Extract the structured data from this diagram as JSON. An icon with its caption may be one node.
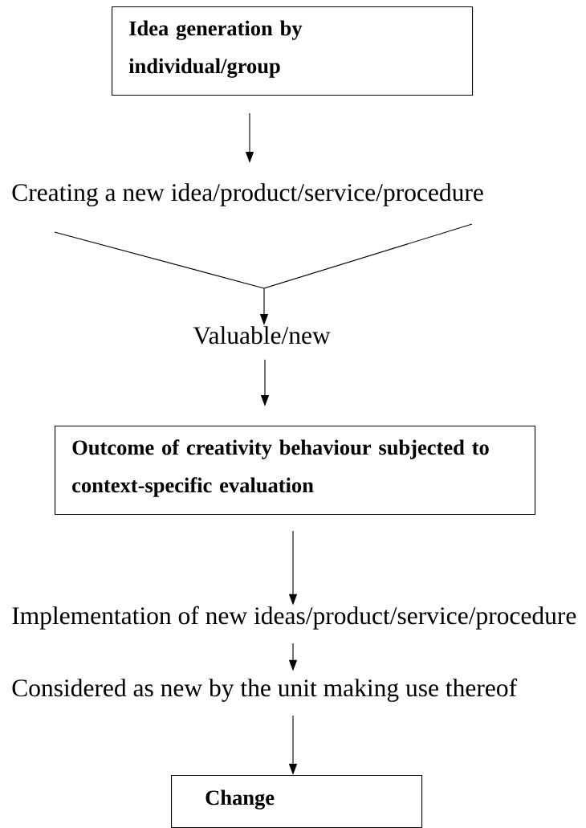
{
  "diagram": {
    "nodes": [
      {
        "text": [
          "Idea generation by individual/group"
        ]
      },
      {
        "text": [
          "Creating a new idea/product/service/procedure"
        ]
      },
      {
        "text": [
          "Valuable/new"
        ]
      },
      {
        "text": [
          "Outcome of creativity behaviour subjected to context-specific evaluation"
        ]
      },
      {
        "text": [
          "Implementation of new ideas/product/service/procedure"
        ]
      },
      {
        "text": [
          "Considered as new by the unit making use thereof"
        ]
      },
      {
        "text": [
          "Change"
        ]
      }
    ],
    "edges": [
      {
        "from": 0,
        "to": 1,
        "arrow": "to"
      },
      {
        "from": 1,
        "to": 2,
        "arrow": "to"
      },
      {
        "from": 2,
        "to": 3,
        "arrow": "to"
      },
      {
        "from": 3,
        "to": 4,
        "arrow": "to"
      },
      {
        "from": 4,
        "to": 5,
        "arrow": "to"
      },
      {
        "from": 5,
        "to": 6,
        "arrow": "to"
      }
    ]
  }
}
